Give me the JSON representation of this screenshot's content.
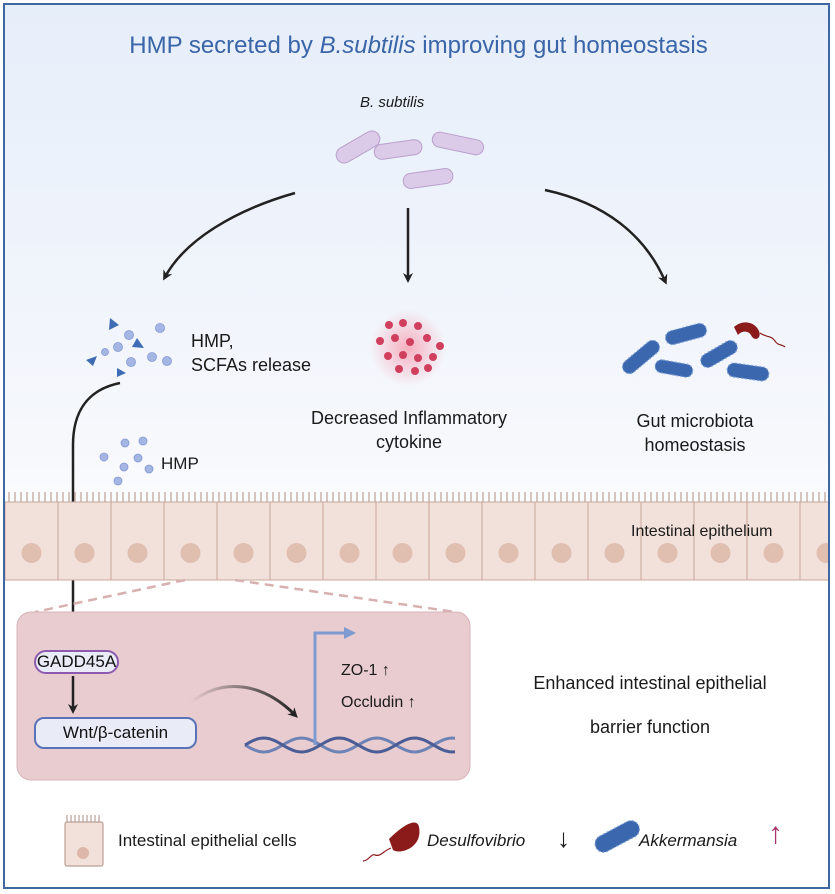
{
  "title": {
    "prefix": "HMP secreted by ",
    "species": "B.subtilis",
    "suffix": " improving gut homeostasis"
  },
  "bacteria_label": "B. subtilis",
  "branches": {
    "hmp_scfa": {
      "line1": "HMP,",
      "line2": "SCFAs release"
    },
    "inflammation": {
      "line1": "Decreased Inflammatory",
      "line2": "cytokine"
    },
    "microbiota": {
      "line1": "Gut microbiota",
      "line2": "homeostasis"
    }
  },
  "hmp_label": "HMP",
  "epithelium_label": "Intestinal epithelium",
  "pathway": {
    "node1": "GADD45A",
    "node2": "Wnt/β-catenin",
    "gene1": "ZO-1",
    "gene2": "Occludin",
    "up_arrow": "↑"
  },
  "outcome": {
    "line1": "Enhanced intestinal epithelial",
    "line2": "barrier function"
  },
  "legend": {
    "cells": "Intestinal epithelial cells",
    "desulfovibrio": "Desulfovibrio",
    "desulfovibrio_trend": "↓",
    "akkermansia": "Akkermansia",
    "akkermansia_trend": "↑"
  },
  "colors": {
    "title": "#3a65a8",
    "frame": "#3f68a3",
    "bsubtilis": "#d9c6e6",
    "akkermansia": "#3a67ad",
    "desulfovibrio": "#8b1a1a",
    "cytokine": "#d0405e",
    "pathway_box": "#e8cccf"
  }
}
